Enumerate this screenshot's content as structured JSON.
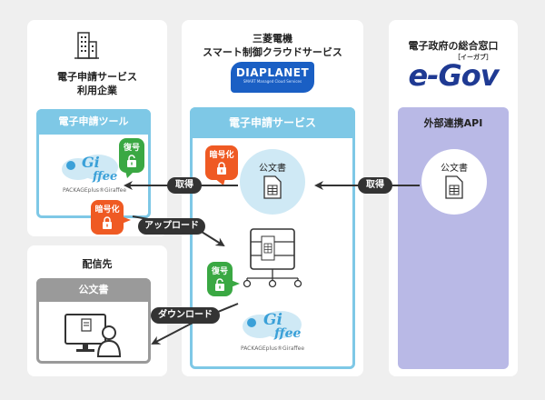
{
  "company": {
    "title_line1": "電子申請サービス",
    "title_line2": "利用企業"
  },
  "tool": {
    "header": "電子申請ツール",
    "decrypt": "復号",
    "encrypt": "暗号化",
    "product": "PACKAGEplus®Giraffee",
    "logo_text": "Giraffee"
  },
  "destination": {
    "title": "配信先",
    "doc_header": "公文書"
  },
  "mitsubishi": {
    "title_line1": "三菱電機",
    "title_line2": "スマート制御クラウドサービス",
    "logo": "DIAPLANET",
    "logo_sub": "SMART Managed Cloud Services"
  },
  "service": {
    "header": "電子申請サービス",
    "encrypt": "暗号化",
    "doc_label": "公文書",
    "decrypt": "復号",
    "product": "PACKAGEplus®Giraffee",
    "logo_text": "Giraffee"
  },
  "egov": {
    "title": "電子政府の総合窓口",
    "logo": "e-Gov",
    "logo_reading": "［イーガブ］",
    "header": "外部連携API",
    "doc_label": "公文書"
  },
  "arrows": {
    "acquire_right": "取得",
    "acquire_left": "取得",
    "upload": "アップロード",
    "download": "ダウンロード"
  },
  "colors": {
    "accent_blue": "#7ec8e6",
    "egov_purple": "#b9b9e6",
    "encrypt_orange": "#ef5a23",
    "decrypt_green": "#3aa843",
    "gray_box": "#9a9a9a"
  }
}
